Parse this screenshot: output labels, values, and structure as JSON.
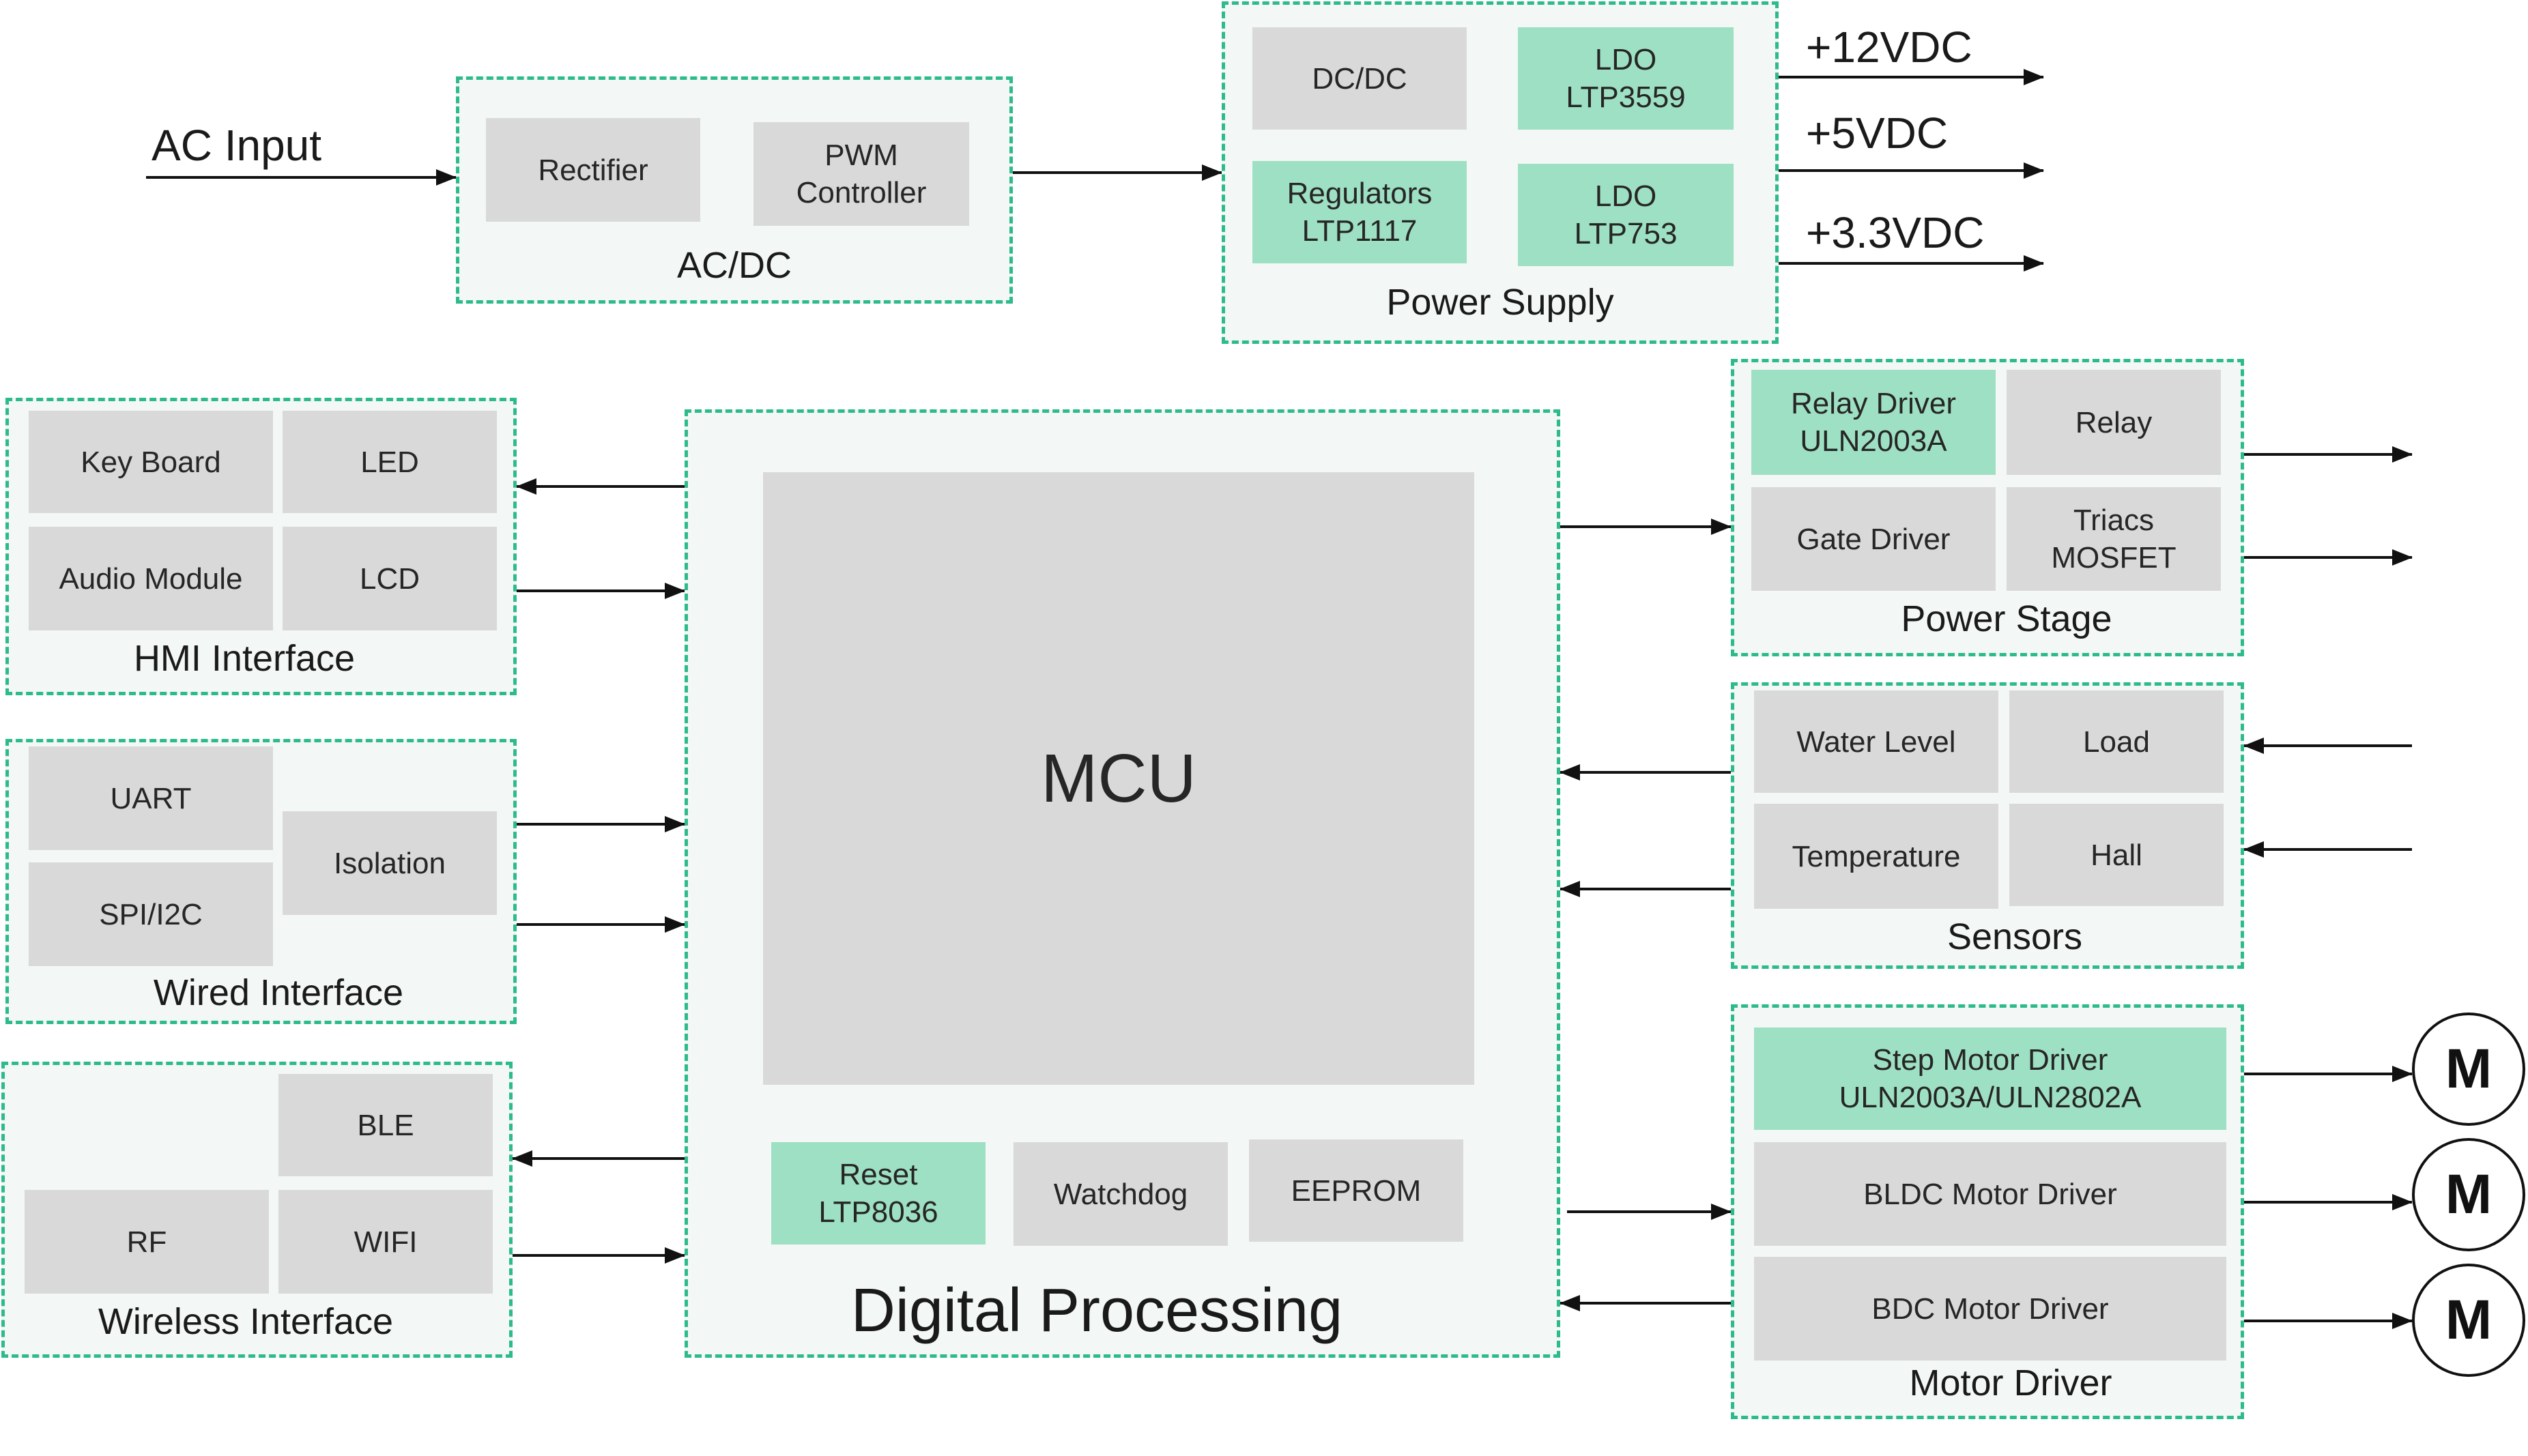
{
  "ac_input_label": "AC Input",
  "acdc": {
    "label": "AC/DC",
    "rectifier": "Rectifier",
    "pwm": "PWM\nController"
  },
  "power_supply": {
    "label": "Power Supply",
    "dcdc": "DC/DC",
    "ldo_3559": "LDO\nLTP3559",
    "regulators": "Regulators\nLTP1117",
    "ldo_753": "LDO\nLTP753"
  },
  "outputs": {
    "v12": "+12VDC",
    "v5": "+5VDC",
    "v33": "+3.3VDC"
  },
  "hmi": {
    "label": "HMI Interface",
    "keyboard": "Key Board",
    "led": "LED",
    "audio": "Audio Module",
    "lcd": "LCD"
  },
  "wired": {
    "label": "Wired Interface",
    "uart": "UART",
    "spi_i2c": "SPI/I2C",
    "isolation": "Isolation"
  },
  "wireless": {
    "label": "Wireless Interface",
    "ble": "BLE",
    "rf": "RF",
    "wifi": "WIFI"
  },
  "digital": {
    "label": "Digital Processing",
    "mcu": "MCU",
    "reset": "Reset\nLTP8036",
    "watchdog": "Watchdog",
    "eeprom": "EEPROM"
  },
  "power_stage": {
    "label": "Power Stage",
    "relay_driver": "Relay Driver\nULN2003A",
    "relay": "Relay",
    "gate_driver": "Gate Driver",
    "triacs": "Triacs\nMOSFET"
  },
  "sensors": {
    "label": "Sensors",
    "water_level": "Water Level",
    "load": "Load",
    "temperature": "Temperature",
    "hall": "Hall"
  },
  "motor_driver": {
    "label": "Motor Driver",
    "step": "Step Motor Driver\nULN2003A/ULN2802A",
    "bldc": "BLDC Motor Driver",
    "bdc": "BDC Motor Driver"
  },
  "motor_symbol": "M",
  "colors": {
    "group_border": "#2dbb8b",
    "group_fill": "#f3f7f5",
    "block_gray": "#d9d9d9",
    "block_green": "#9ee0c3"
  }
}
